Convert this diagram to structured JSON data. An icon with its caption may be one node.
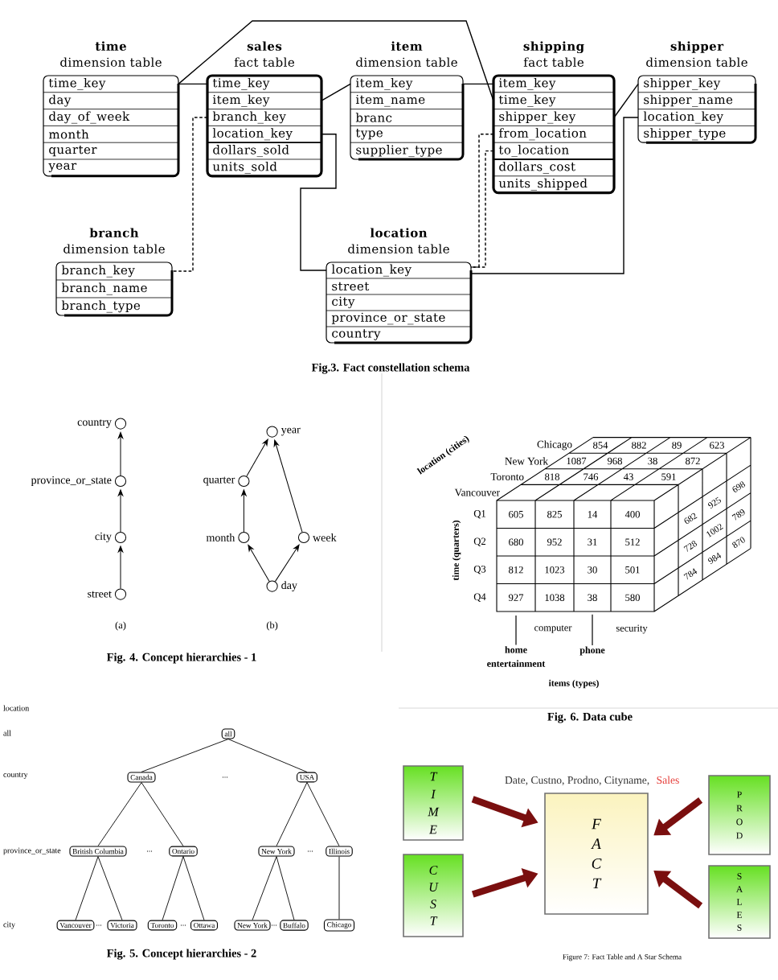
{
  "diagram": {
    "nodes": [
      {
        "text": [
          "time",
          "dimension table",
          "time_key",
          "day",
          "day_of_week",
          "month",
          "quarter",
          "year"
        ]
      },
      {
        "text": [
          "sales",
          "fact table",
          "time_key",
          "item_key",
          "branch_key",
          "location_key",
          "dollars_sold",
          "units_sold"
        ]
      },
      {
        "text": [
          "item",
          "dimension table",
          "item_key",
          "item_name",
          "branc",
          "type",
          "supplier_type"
        ]
      },
      {
        "text": [
          "shipping",
          "fact table",
          "item_key",
          "time_key",
          "shipper_key",
          "from_location",
          "to_location",
          "dollars_cost",
          "units_shipped"
        ]
      },
      {
        "text": [
          "shipper",
          "dimension table",
          "shipper_key",
          "shipper_name",
          "location_key",
          "shipper_type"
        ]
      },
      {
        "text": [
          "branch",
          "dimension table",
          "branch_key",
          "branch_name",
          "branch_type"
        ]
      },
      {
        "text": [
          "location",
          "dimension table",
          "location_key",
          "street",
          "city",
          "province_or_state",
          "country"
        ]
      },
      {
        "text": [],
        "shape": "circle",
        "beside": [
          "country"
        ]
      },
      {
        "text": [],
        "shape": "circle",
        "beside": [
          "province_or_state"
        ]
      },
      {
        "text": [],
        "shape": "circle",
        "beside": [
          "city"
        ]
      },
      {
        "text": [],
        "shape": "circle",
        "beside": [
          "street"
        ]
      },
      {
        "text": [],
        "shape": "circle",
        "beside": [
          "year"
        ]
      },
      {
        "text": [],
        "shape": "circle",
        "beside": [
          "quarter"
        ]
      },
      {
        "text": [],
        "shape": "circle",
        "beside": [
          "month"
        ]
      },
      {
        "text": [],
        "shape": "circle",
        "beside": [
          "week"
        ]
      },
      {
        "text": [],
        "shape": "circle",
        "beside": [
          "day"
        ]
      },
      {
        "text": [
          "home entertainment"
        ]
      },
      {
        "text": [
          "phone"
        ]
      },
      {
        "text": [
          "all"
        ]
      },
      {
        "text": [
          "Canada"
        ]
      },
      {
        "text": [
          "USA"
        ]
      },
      {
        "text": [
          "British Columbia"
        ]
      },
      {
        "text": [
          "Ontario"
        ]
      },
      {
        "text": [
          "New York"
        ]
      },
      {
        "text": [
          "Illinois"
        ]
      },
      {
        "text": [
          "Vancouver"
        ]
      },
      {
        "text": [
          "Victoria"
        ]
      },
      {
        "text": [
          "Toronto"
        ]
      },
      {
        "text": [
          "Ottawa"
        ]
      },
      {
        "text": [
          "New York"
        ]
      },
      {
        "text": [
          "Buffalo"
        ]
      },
      {
        "text": [
          "Chicago"
        ]
      },
      {
        "text": [
          "T I M E"
        ]
      },
      {
        "text": [
          "C U S T"
        ]
      },
      {
        "text": [
          "F A C T"
        ],
        "beside": [
          "Date, Custno, Prodno, Cityname,",
          "Sales"
        ]
      },
      {
        "text": [
          "P R O D"
        ]
      },
      {
        "text": [
          "S A L E S"
        ]
      }
    ],
    "edges": [
      {
        "from": 0,
        "to": 1,
        "arrow": "none"
      },
      {
        "from": 0,
        "to": 3,
        "arrow": "none"
      },
      {
        "from": 1,
        "to": 2,
        "arrow": "none"
      },
      {
        "from": 2,
        "to": 3,
        "arrow": "none"
      },
      {
        "from": 1,
        "to": 5,
        "arrow": "none",
        "style": "dashed"
      },
      {
        "from": 1,
        "to": 6,
        "arrow": "none"
      },
      {
        "from": 3,
        "to": 4,
        "arrow": "none"
      },
      {
        "from": 3,
        "to": 6,
        "arrow": "none",
        "style": "dashed"
      },
      {
        "from": 3,
        "to": 6,
        "arrow": "none",
        "style": "dashed"
      },
      {
        "from": 4,
        "to": 6,
        "arrow": "none"
      },
      {
        "from": 10,
        "to": 9,
        "arrow": "to"
      },
      {
        "from": 9,
        "to": 8,
        "arrow": "to"
      },
      {
        "from": 8,
        "to": 7,
        "arrow": "to"
      },
      {
        "from": 15,
        "to": 13,
        "arrow": "to"
      },
      {
        "from": 15,
        "to": 14,
        "arrow": "to"
      },
      {
        "from": 13,
        "to": 12,
        "arrow": "to"
      },
      {
        "from": 12,
        "to": 11,
        "arrow": "to"
      },
      {
        "from": 14,
        "to": 11,
        "arrow": "to"
      },
      {
        "from": 16,
        "to": null,
        "arrow": "none"
      },
      {
        "from": 17,
        "to": null,
        "arrow": "none"
      },
      {
        "from": 18,
        "to": 19,
        "arrow": "none"
      },
      {
        "from": 18,
        "to": 20,
        "arrow": "none"
      },
      {
        "from": 19,
        "to": 21,
        "arrow": "none"
      },
      {
        "from": 19,
        "to": 22,
        "arrow": "none"
      },
      {
        "from": 20,
        "to": 23,
        "arrow": "none"
      },
      {
        "from": 20,
        "to": 24,
        "arrow": "none"
      },
      {
        "from": 21,
        "to": 25,
        "arrow": "none"
      },
      {
        "from": 21,
        "to": 26,
        "arrow": "none"
      },
      {
        "from": 22,
        "to": 27,
        "arrow": "none"
      },
      {
        "from": 22,
        "to": 28,
        "arrow": "none"
      },
      {
        "from": 23,
        "to": 29,
        "arrow": "none"
      },
      {
        "from": 23,
        "to": 30,
        "arrow": "none"
      },
      {
        "from": 24,
        "to": 31,
        "arrow": "none"
      },
      {
        "from": 32,
        "to": 34,
        "arrow": "to",
        "style": "thick",
        "color": "#7a0f0f"
      },
      {
        "from": 33,
        "to": 34,
        "arrow": "to",
        "style": "thick",
        "color": "#7a0f0f"
      },
      {
        "from": 35,
        "to": 34,
        "arrow": "to",
        "style": "thick",
        "color": "#7a0f0f"
      },
      {
        "from": 36,
        "to": 34,
        "arrow": "to",
        "style": "thick",
        "color": "#7a0f0f"
      }
    ],
    "labels": [
      "Fig.3. Fact constellation schema",
      "(a)",
      "(b)",
      "Fig. 4. Concept hierarchies - 1",
      "location (cities)",
      "Chicago",
      "854",
      "882",
      "89",
      "623",
      "New York",
      "1087",
      "968",
      "38",
      "872",
      "Toronto",
      "818",
      "746",
      "43",
      "591",
      "Vancouver",
      "time (quarters)",
      "Q1",
      "605",
      "825",
      "14",
      "400",
      "Q2",
      "680",
      "952",
      "31",
      "512",
      "Q3",
      "812",
      "1023",
      "30",
      "501",
      "Q4",
      "927",
      "1038",
      "38",
      "580",
      "682",
      "728",
      "784",
      "925",
      "1002",
      "984",
      "698",
      "789",
      "870",
      "computer",
      "security",
      "items (types)",
      "Fig. 6. Data cube",
      "location",
      "all",
      "country",
      "...",
      "province_or_state",
      "...",
      "...",
      "city",
      "...",
      "...",
      "...",
      "Fig. 5. Concept hierarchies - 2",
      "Figure 7: Fact Table and A Star Schema"
    ]
  }
}
